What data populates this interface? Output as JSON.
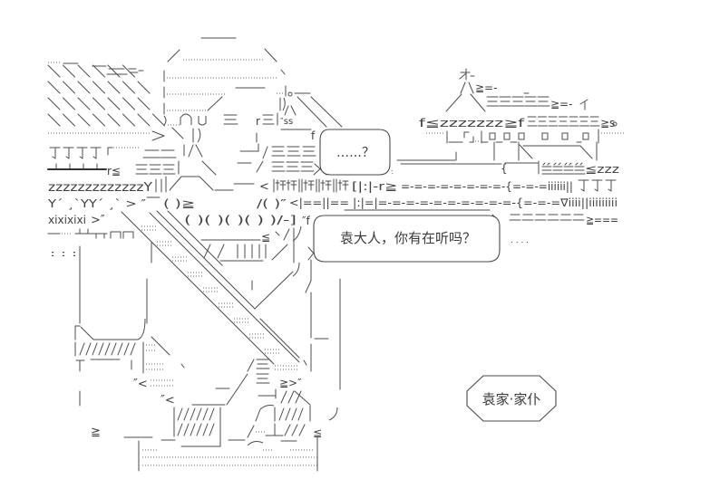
{
  "scene": {
    "bubbles": [
      {
        "text": "……？"
      },
      {
        "text": "袁大人，你有在听吗？"
      }
    ],
    "caption_label": "袁家·家仆"
  },
  "art": {
    "fragments": [
      "zzzzzzzzzzzzzY",
      "Y´ ¸`YY´ ¸`  >  ″",
      "xixixixi",
      ">″",
      "(   )≧",
      "r≦",
      "r",
      "″ss",
      "(  )(  )(  )(  )  )/-]",
      "≦",
      "<",
      "[|:|-r≧",
      "=-=-=-=-=-=-=-=-{=-=-=iiiiii||",
      "<|==||== |:|=|=-=-=-=-=-=-=-=-=-=-{=-=-=∇iiii||iiiiiiiii",
      "/(  )″",
      "″f",
      "f≦zzzzzzz≧f",
      "≧s",
      "≦zzz",
      "≧===",
      "≧=-",
      "≧=-",
      ": :  :",
      "″<",
      "″<",
      "≧",
      "≧>″",
      "≦",
      "f",
      ". . . .",
      "{"
    ]
  }
}
